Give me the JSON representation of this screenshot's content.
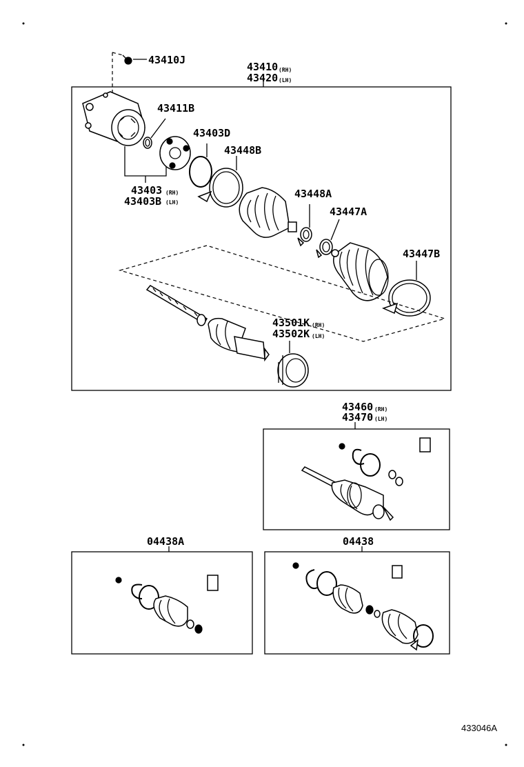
{
  "labels": {
    "p43410J": "43410J",
    "p43410": "43410",
    "p43410_sup": "(RH)",
    "p43420": "43420",
    "p43420_sup": "(LH)",
    "p43411B": "43411B",
    "p43403D": "43403D",
    "p43448B": "43448B",
    "p43403": "43403",
    "p43403_sup": "(RH)",
    "p43403B": "43403B",
    "p43403B_sup": "(LH)",
    "p43448A": "43448A",
    "p43447A": "43447A",
    "p43447B": "43447B",
    "p43501K": "43501K",
    "p43501K_sup": "(RH)",
    "p43502K": "43502K",
    "p43502K_sup": "(LH)",
    "p43460": "43460",
    "p43460_sup": "(RH)",
    "p43470": "43470",
    "p43470_sup": "(LH)",
    "p04438A": "04438A",
    "p04438": "04438"
  },
  "figure_id": "433046A"
}
